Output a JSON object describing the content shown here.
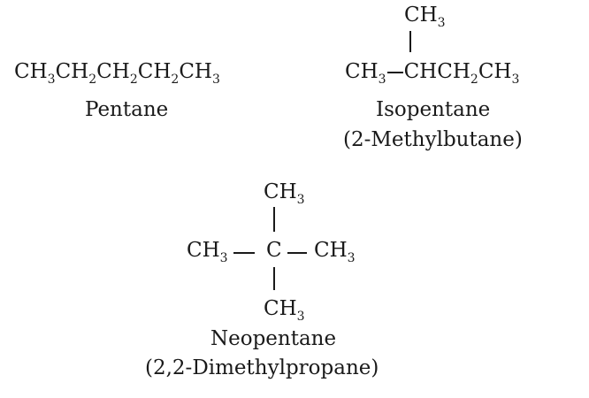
{
  "structures": [
    {
      "formula_chain": [
        "CH",
        "3",
        "CH",
        "2",
        "CH",
        "2",
        "CH",
        "2",
        "CH",
        "3"
      ],
      "name": "Pentane"
    },
    {
      "branch": [
        "CH",
        "3"
      ],
      "chain_left": [
        "CH",
        "3"
      ],
      "chain_right": [
        "CHCH",
        "2",
        "CH",
        "3"
      ],
      "name": "Isopentane",
      "iupac_name": "(2-Methylbutane)"
    },
    {
      "top": [
        "CH",
        "3"
      ],
      "left": [
        "CH",
        "3"
      ],
      "center": "C",
      "right": [
        "CH",
        "3"
      ],
      "bottom": [
        "CH",
        "3"
      ],
      "name": "Neopentane",
      "iupac_name": "(2,2-Dimethylpropane)"
    }
  ]
}
